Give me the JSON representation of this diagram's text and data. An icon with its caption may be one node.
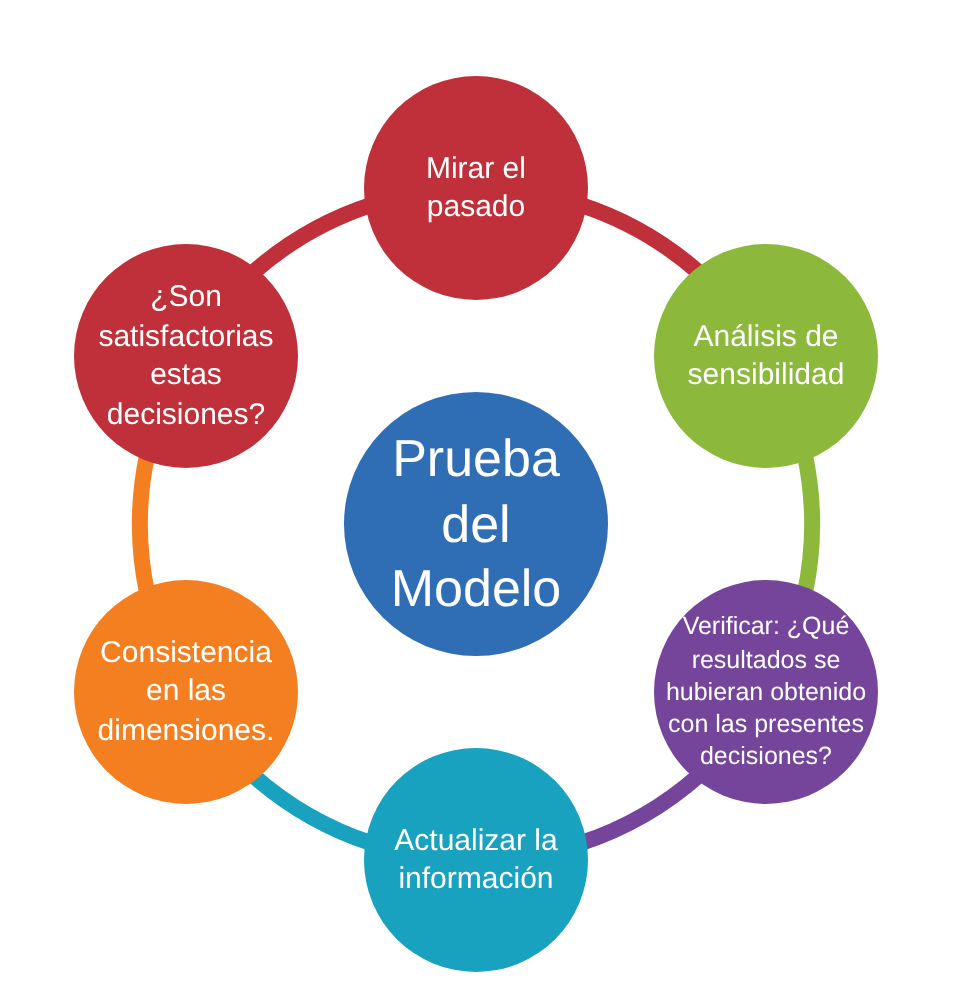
{
  "diagram": {
    "nodes": [
      {
        "text": [
          "Prueba del Modelo"
        ]
      },
      {
        "text": [
          "Mirar el pasado"
        ]
      },
      {
        "text": [
          "Análisis de sensibilidad"
        ]
      },
      {
        "text": [
          "Verificar: ¿Qué resultados se hubieran obtenido con las presentes decisiones?"
        ]
      },
      {
        "text": [
          "Actualizar la información"
        ]
      },
      {
        "text": [
          "Consistencia en las dimensiones."
        ]
      },
      {
        "text": [
          "¿Son satisfactorias estas decisiones?"
        ]
      }
    ],
    "edges": [
      {
        "from": 1,
        "to": 2,
        "arrow": "none",
        "color": "#c0303a"
      },
      {
        "from": 2,
        "to": 3,
        "arrow": "none",
        "color": "#8cb83c"
      },
      {
        "from": 3,
        "to": 4,
        "arrow": "none",
        "color": "#74459a"
      },
      {
        "from": 4,
        "to": 5,
        "arrow": "none",
        "color": "#18a2c0"
      },
      {
        "from": 5,
        "to": 6,
        "arrow": "none",
        "color": "#f47f20"
      },
      {
        "from": 6,
        "to": 1,
        "arrow": "none",
        "color": "#c0303a"
      }
    ]
  }
}
